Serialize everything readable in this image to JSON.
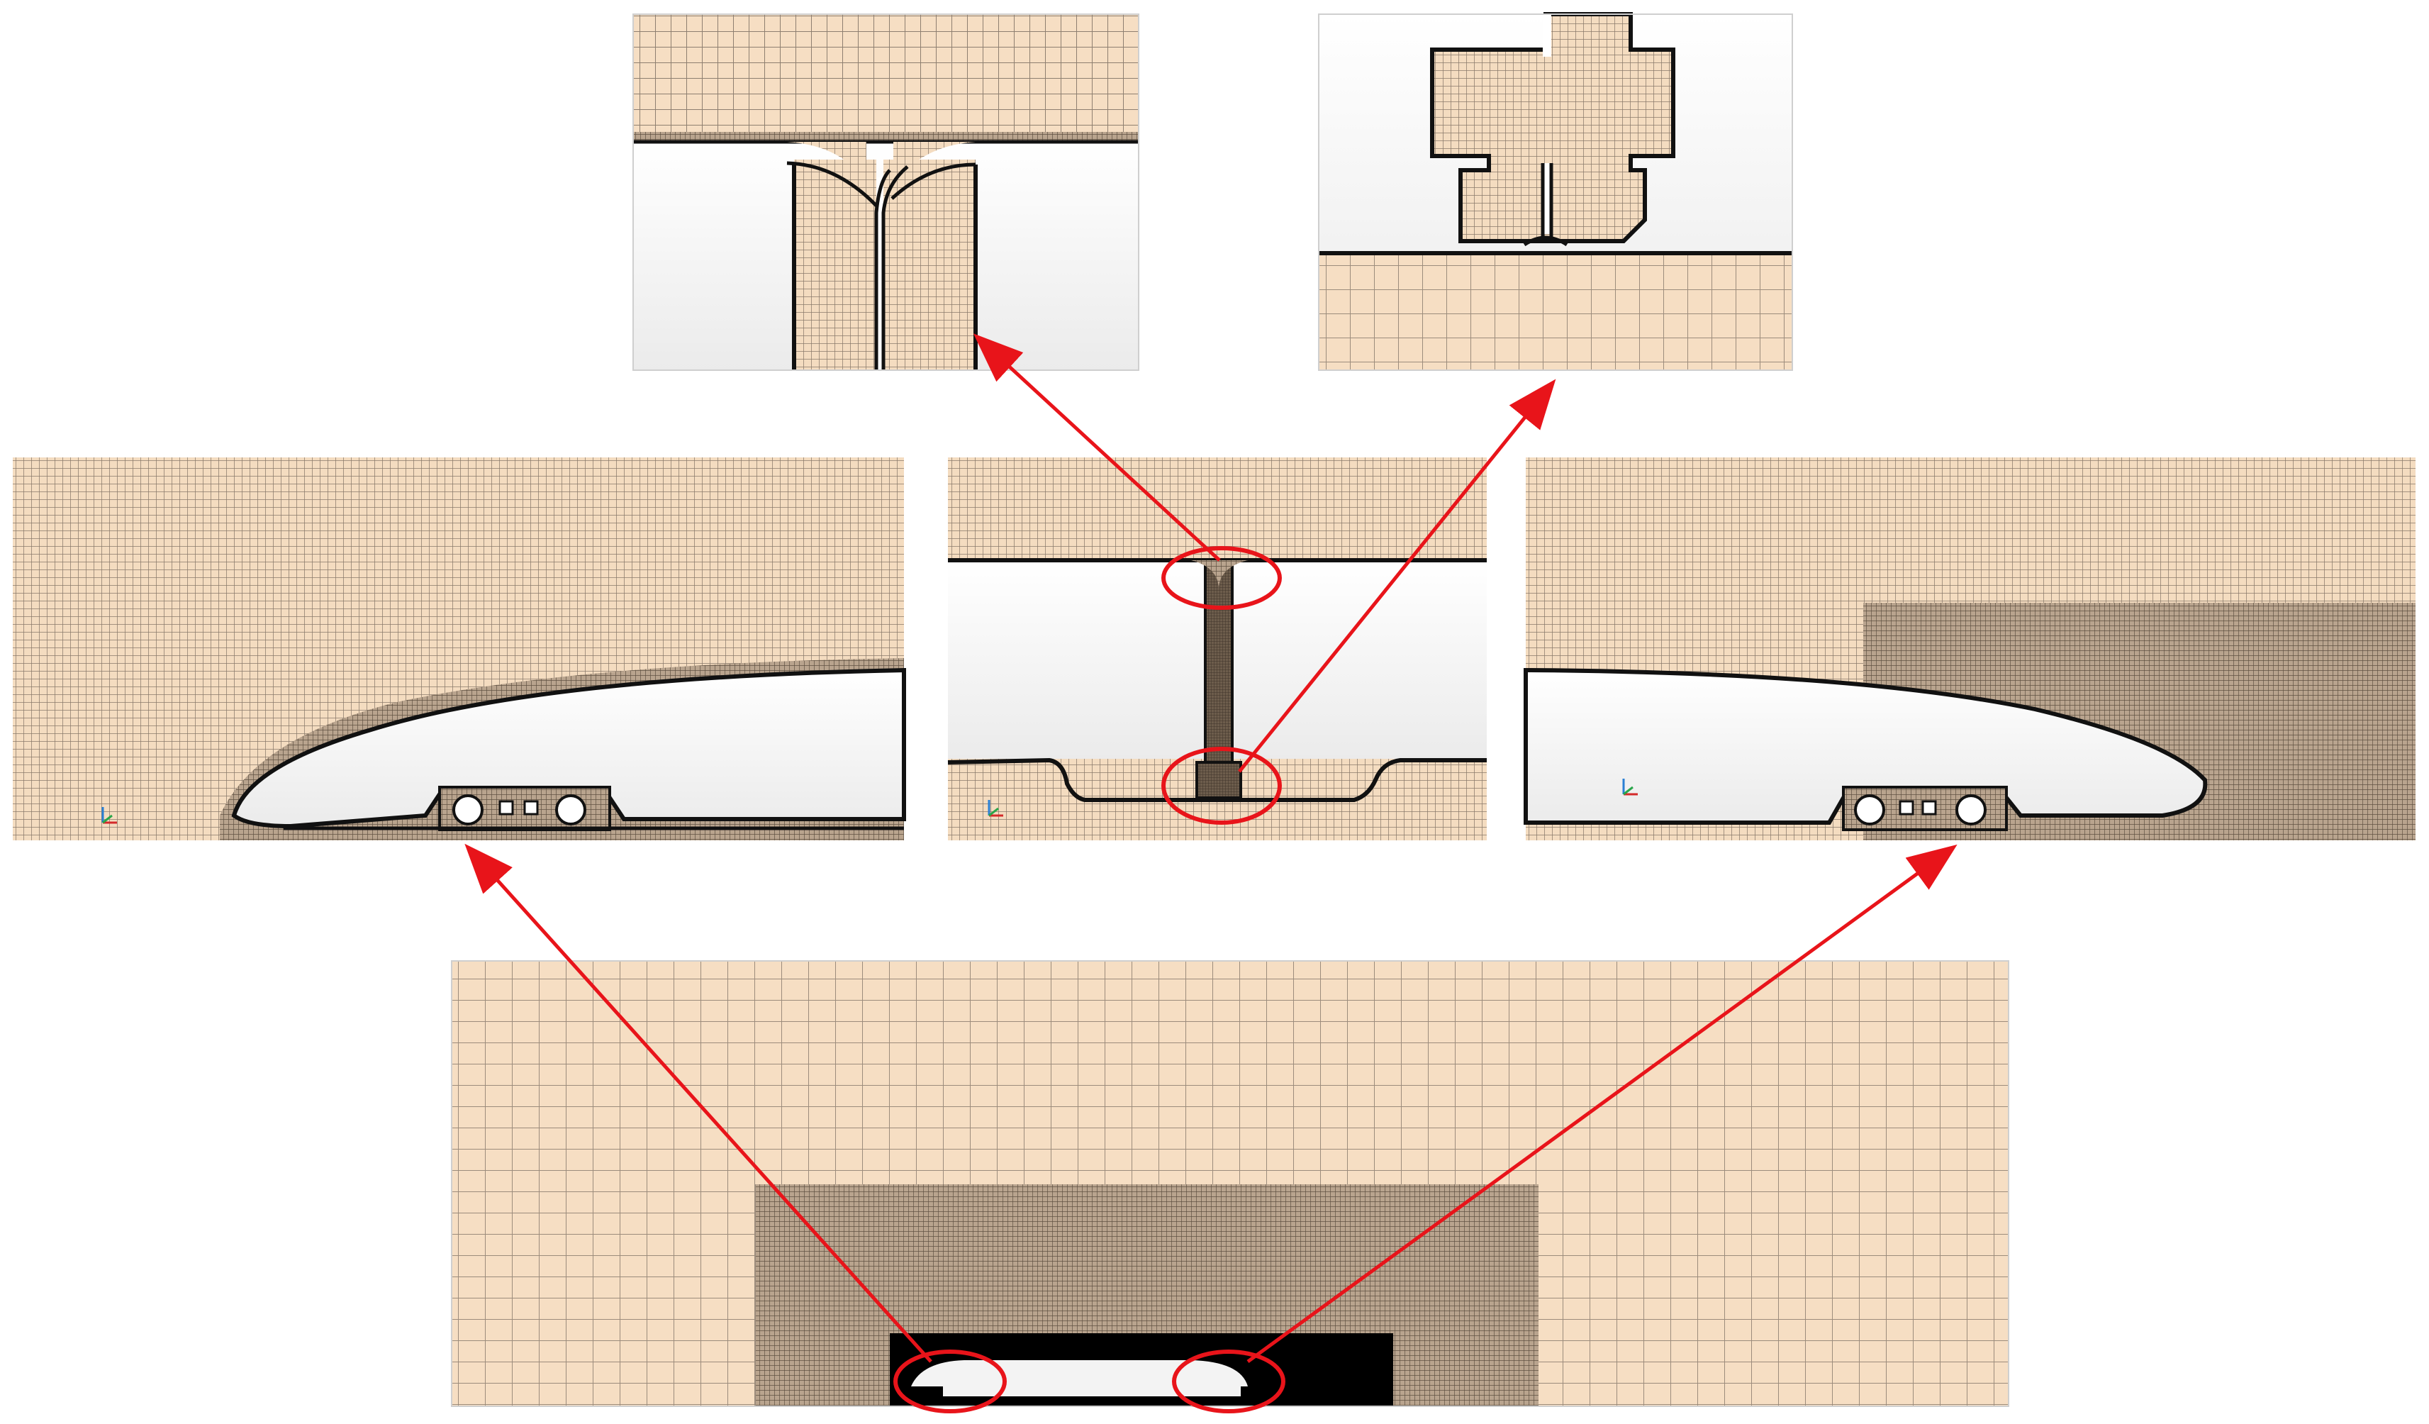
{
  "figure": {
    "description_free": true,
    "colors": {
      "background": "#ffffff",
      "mesh_fill": "#f6dec3",
      "mesh_line_coarse": "#9c8c7c",
      "mesh_line_fine": "#7d6e60",
      "dense_mesh": "#6e5e4d",
      "very_dense_mesh": "#4b3f33",
      "body_fill": "#f3f3f3",
      "body_outline": "#111111",
      "arrow": "#e8141a",
      "highlight_ellipse": "#e8141a"
    },
    "panels": [
      {
        "name": "detail-nose-gap-top",
        "content": "mesh"
      },
      {
        "name": "detail-underbody-gap",
        "content": "mesh"
      },
      {
        "name": "head-car-mesh",
        "content": "mesh"
      },
      {
        "name": "inter-car-gap-mesh",
        "content": "mesh"
      },
      {
        "name": "tail-car-mesh",
        "content": "mesh"
      },
      {
        "name": "domain-overview-mesh",
        "content": "mesh"
      }
    ],
    "icons": [
      "axis-triad-icon",
      "axis-triad-icon",
      "axis-triad-icon"
    ]
  }
}
